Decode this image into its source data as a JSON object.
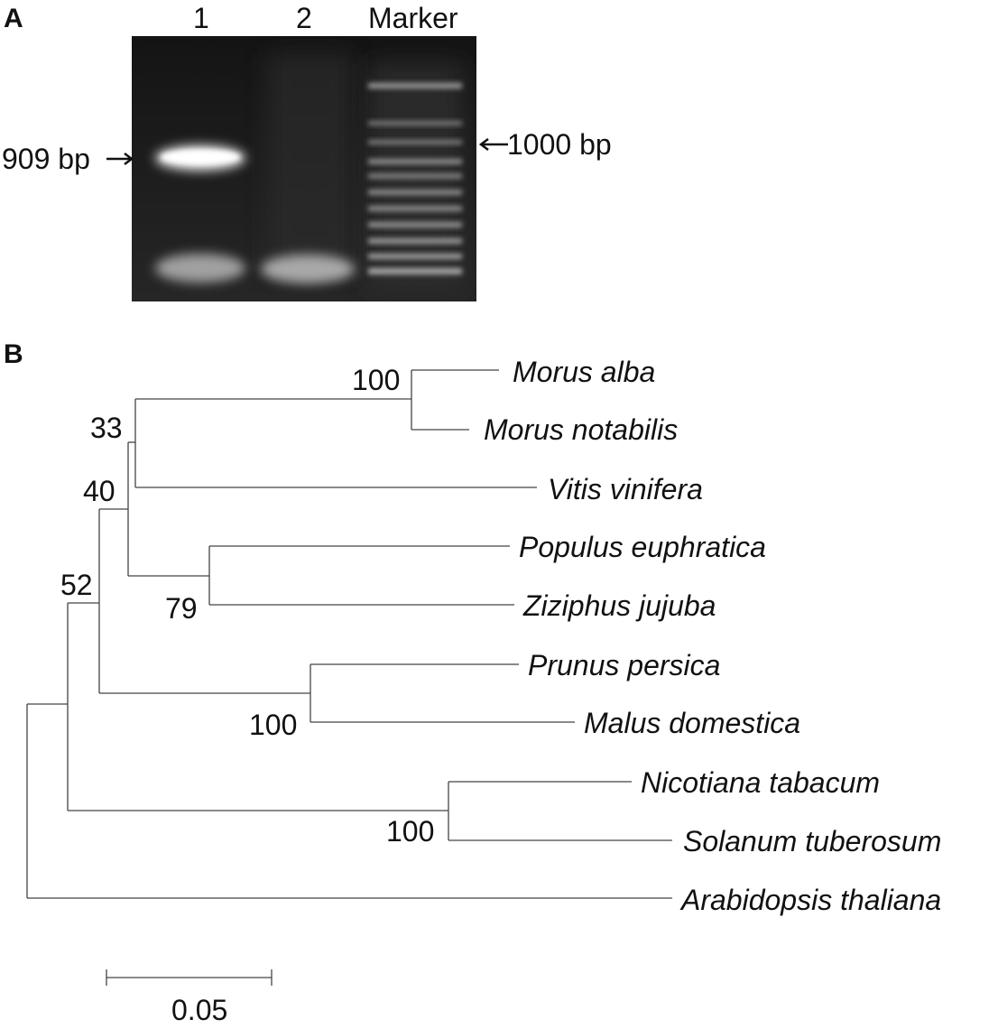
{
  "panel_a": {
    "letter": "A",
    "lanes": [
      "1",
      "2",
      "Marker"
    ],
    "left_band_label": "909 bp",
    "right_band_label": "1000 bp"
  },
  "panel_b": {
    "letter": "B",
    "taxa": [
      "Morus alba",
      "Morus notabilis",
      "Vitis vinifera",
      "Populus euphratica",
      "Ziziphus jujuba",
      "Prunus persica",
      "Malus domestica",
      "Nicotiana tabacum",
      "Solanum tuberosum",
      "Arabidopsis thaliana"
    ],
    "bootstrap": [
      "100",
      "33",
      "40",
      "79",
      "52",
      "100",
      "100"
    ],
    "scale_label": "0.05"
  }
}
